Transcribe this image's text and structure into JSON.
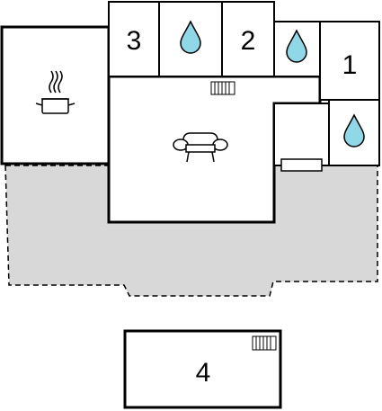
{
  "floor_plan": {
    "room_numbers": {
      "room_1": "1",
      "room_2": "2",
      "room_3": "3",
      "room_4": "4"
    },
    "icons": {
      "kitchen": "cooking-pot-icon",
      "bathroom": "water-drop-icon",
      "living_room": "sofa-icon",
      "heater": "radiator-icon"
    },
    "colors": {
      "wall": "#000000",
      "terrace_fill": "#d8d8d8",
      "water_drop": "#8fd8e8",
      "background": "#ffffff"
    }
  }
}
